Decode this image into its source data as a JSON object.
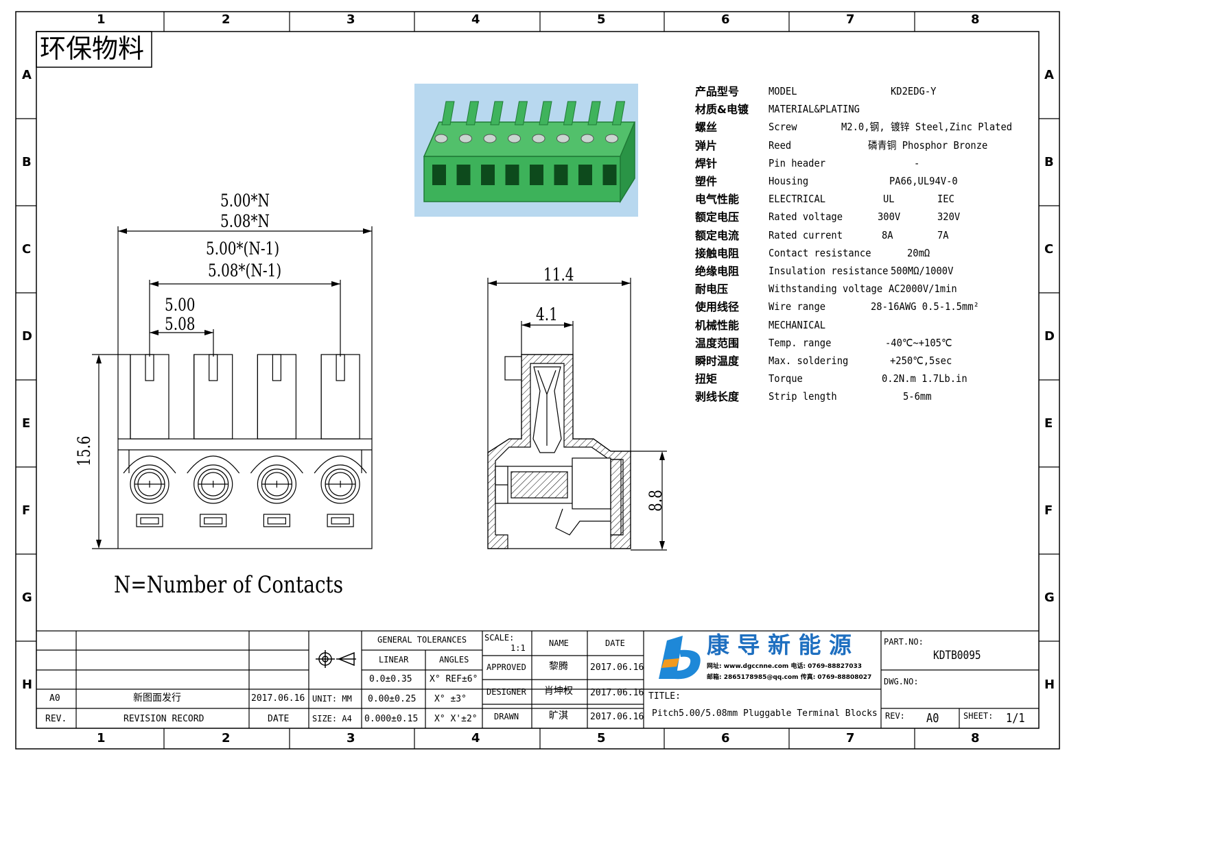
{
  "grid": {
    "columns": [
      "1",
      "2",
      "3",
      "4",
      "5",
      "6",
      "7",
      "8"
    ],
    "rows": [
      "A",
      "B",
      "C",
      "D",
      "E",
      "F",
      "G",
      "H"
    ]
  },
  "eco_stamp": "环保物料",
  "dimensions": {
    "pitch_n_500": "5.00*N",
    "pitch_n_508": "5.08*N",
    "pitch_n1_500": "5.00*(N-1)",
    "pitch_n1_508": "5.08*(N-1)",
    "pitch_500": "5.00",
    "pitch_508": "5.08",
    "height": "15.6",
    "width_side": "11.4",
    "opening": "4.1",
    "lower_height": "8.8"
  },
  "note": "N=Number of Contacts",
  "specs": [
    {
      "cn": "产品型号",
      "en": "MODEL",
      "v1": "KD2EDG-Y",
      "v2": ""
    },
    {
      "cn": "材质&电镀",
      "en": "MATERIAL&PLATING",
      "v1": "",
      "v2": ""
    },
    {
      "cn": "螺丝",
      "en": "Screw",
      "v1": "M2.0,钢, 镀锌 Steel,Zinc Plated",
      "v2": ""
    },
    {
      "cn": "弹片",
      "en": "Reed",
      "v1": "磷青铜 Phosphor Bronze",
      "v2": ""
    },
    {
      "cn": "焊针",
      "en": "Pin header",
      "v1": "-",
      "v2": ""
    },
    {
      "cn": "塑件",
      "en": "Housing",
      "v1": "PA66,UL94V-0",
      "v2": ""
    },
    {
      "cn": "电气性能",
      "en": "ELECTRICAL",
      "v1": "UL",
      "v2": "IEC"
    },
    {
      "cn": "额定电压",
      "en": "Rated voltage",
      "v1": "300V",
      "v2": "320V"
    },
    {
      "cn": "额定电流",
      "en": "Rated current",
      "v1": "8A",
      "v2": "7A"
    },
    {
      "cn": "接触电阻",
      "en": "Contact resistance",
      "v1": "20mΩ",
      "v2": ""
    },
    {
      "cn": "绝缘电阻",
      "en": "Insulation resistance",
      "v1": "500MΩ/1000V",
      "v2": ""
    },
    {
      "cn": "耐电压",
      "en": "Withstanding voltage",
      "v1": "AC2000V/1min",
      "v2": ""
    },
    {
      "cn": "使用线径",
      "en": "Wire range",
      "v1": "28-16AWG 0.5-1.5mm²",
      "v2": ""
    },
    {
      "cn": "机械性能",
      "en": "MECHANICAL",
      "v1": "",
      "v2": ""
    },
    {
      "cn": "温度范围",
      "en": "Temp. range",
      "v1": "-40℃~+105℃",
      "v2": ""
    },
    {
      "cn": "瞬时温度",
      "en": "Max. soldering",
      "v1": "+250℃,5sec",
      "v2": ""
    },
    {
      "cn": "扭矩",
      "en": "Torque",
      "v1": "0.2N.m 1.7Lb.in",
      "v2": ""
    },
    {
      "cn": "剥线长度",
      "en": "Strip length",
      "v1": "5-6mm",
      "v2": ""
    }
  ],
  "title_block": {
    "revision": {
      "rev": "A0",
      "record": "新图面发行",
      "date": "2017.06.16"
    },
    "revision_headers": {
      "rev": "REV.",
      "record": "REVISION RECORD",
      "date": "DATE"
    },
    "unit": "UNIT: MM",
    "size": "SIZE: A4",
    "tolerances": {
      "title": "GENERAL TOLERANCES",
      "linear_label": "LINEAR",
      "angles_label": "ANGLES",
      "linear": [
        "0.0±0.35",
        "0.00±0.25",
        "0.000±0.15"
      ],
      "angles": [
        "X° REF±6°",
        "X° ±3°",
        "X° X'±2°"
      ]
    },
    "scale_label": "SCALE:",
    "scale_value": "1:1",
    "name_header": "NAME",
    "date_header": "DATE",
    "approved": {
      "role": "APPROVED",
      "name": "黎腾",
      "date": "2017.06.16"
    },
    "designer": {
      "role": "DESIGNER",
      "name": "肖坤权",
      "date": "2017.06.16"
    },
    "drawn": {
      "role": "DRAWN",
      "name": "旷淇",
      "date": "2017.06.16"
    },
    "company": "康 导 新 能 源",
    "contact_line1": "网址: www.dgccnne.com  电话: 0769-88827033",
    "contact_line2": "邮箱: 2865178985@qq.com  传真: 0769-88808027",
    "title_label": "TITLE:",
    "title": "Pitch5.00/5.08mm Pluggable Terminal Blocks",
    "part_no_label": "PART.NO:",
    "part_no": "KDTB0095",
    "dwg_no_label": "DWG.NO:",
    "rev_label": "REV:",
    "rev_value": "A0",
    "sheet_label": "SHEET:",
    "sheet_value": "1/1"
  },
  "colors": {
    "housing_green": "#3db25a",
    "housing_dark": "#248a3c",
    "photo_bg": "#b8d8ef",
    "logo_blue": "#1e88d8",
    "logo_orange": "#f39a1e"
  }
}
